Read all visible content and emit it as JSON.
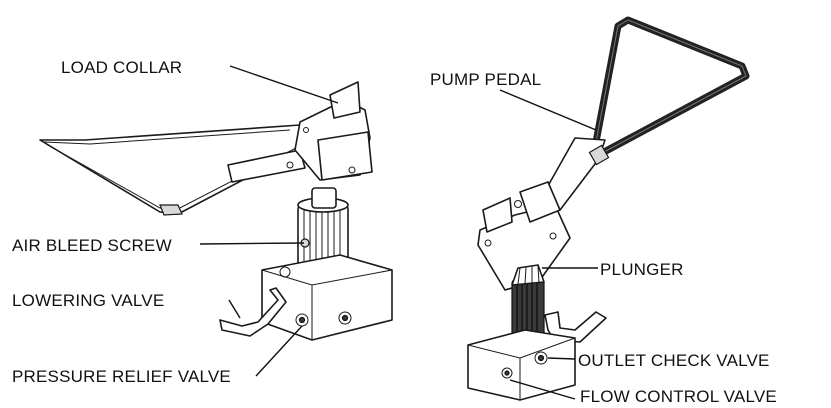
{
  "labels": {
    "load_collar": "LOAD COLLAR",
    "air_bleed_screw": "AIR BLEED SCREW",
    "lowering_valve": "LOWERING VALVE",
    "pressure_relief_valve": "PRESSURE RELIEF VALVE",
    "pump_pedal": "PUMP PEDAL",
    "plunger": "PLUNGER",
    "outlet_check_valve": "OUTLET CHECK VALVE",
    "flow_control_valve": "FLOW CONTROL VALVE"
  }
}
